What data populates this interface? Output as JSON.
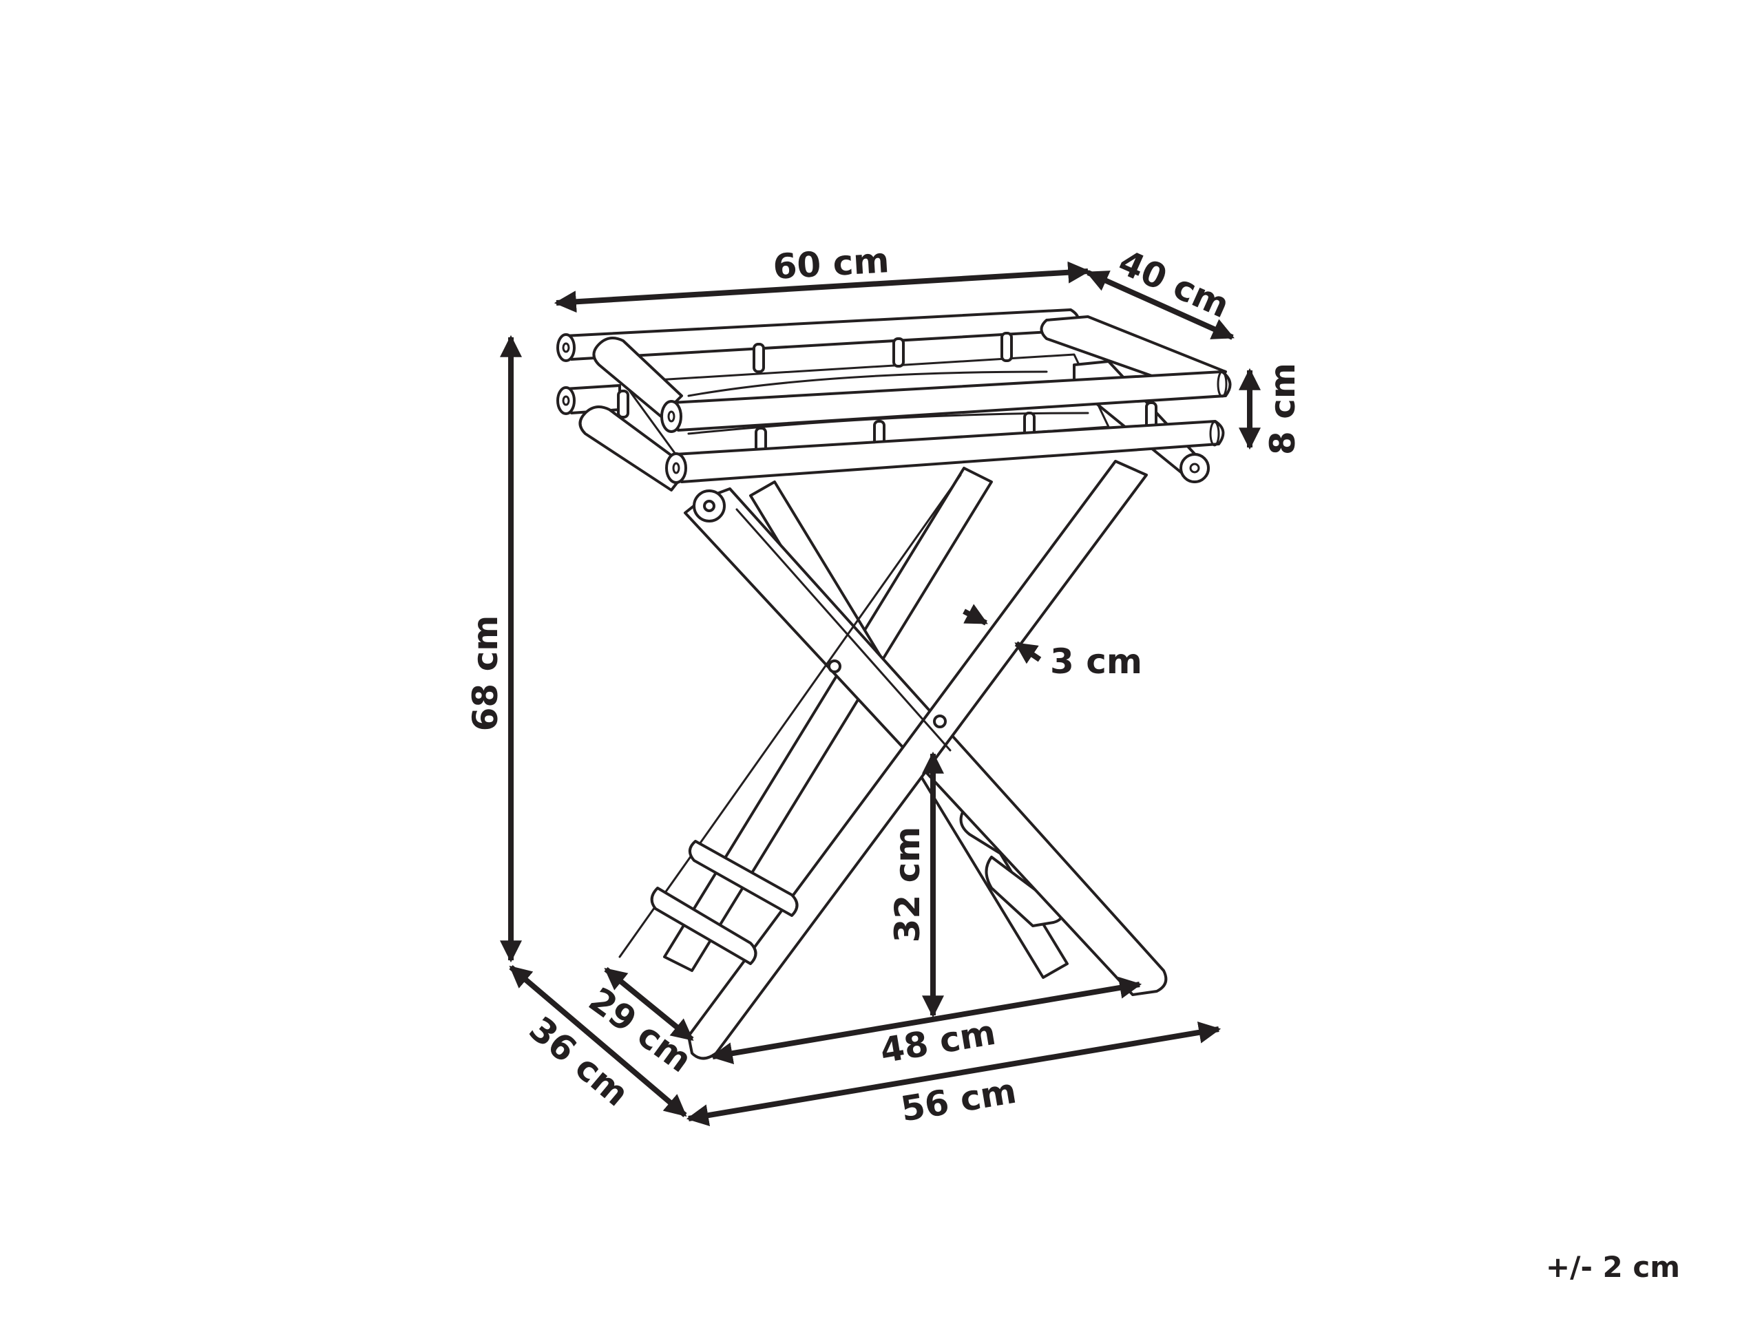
{
  "diagram": {
    "line_color": "#231f20",
    "background": "#ffffff",
    "dimensions": {
      "tray_length": "60 cm",
      "tray_width": "40 cm",
      "tray_rim_height": "8 cm",
      "total_height": "68 cm",
      "leg_diameter": "3 cm",
      "crossing_height": "32 cm",
      "inner_base_depth": "29 cm",
      "inner_base_width": "48 cm",
      "base_depth": "36 cm",
      "base_width": "56 cm"
    },
    "tolerance": "+/- 2 cm"
  }
}
